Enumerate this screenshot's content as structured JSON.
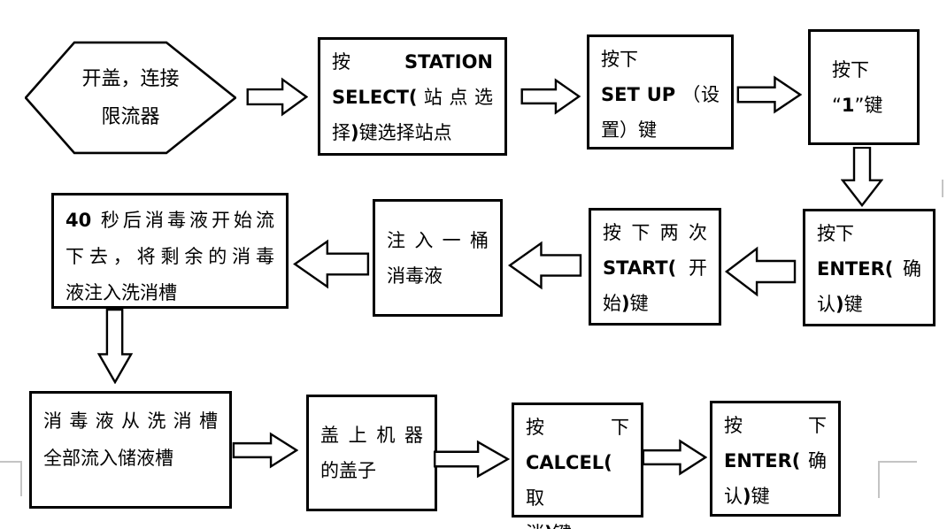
{
  "flow": {
    "nodes": [
      {
        "id": "open-lid",
        "shape": "hexagon",
        "lines": [
          "开盖，连接",
          "限流器"
        ],
        "justify": [
          false,
          false
        ]
      },
      {
        "id": "station-select",
        "shape": "rect",
        "lines": [
          "按 STATION",
          "SELECT( 站 点 选",
          "择)键选择站点"
        ],
        "justify": [
          true,
          true,
          false
        ]
      },
      {
        "id": "set-up",
        "shape": "rect",
        "lines": [
          "按下",
          "SET UP （设",
          "置）键"
        ],
        "justify": [
          false,
          true,
          false
        ]
      },
      {
        "id": "press-1",
        "shape": "rect",
        "lines": [
          "按下",
          "“1”键"
        ],
        "justify": [
          false,
          false
        ]
      },
      {
        "id": "enter-confirm-first",
        "shape": "rect",
        "lines": [
          "按下",
          "ENTER( 确",
          "认)键"
        ],
        "justify": [
          false,
          true,
          false
        ]
      },
      {
        "id": "start-twice",
        "shape": "rect",
        "lines": [
          "按下两次",
          "START( 开",
          "始)键"
        ],
        "justify": [
          true,
          true,
          false
        ]
      },
      {
        "id": "pour-one-bucket",
        "shape": "rect",
        "lines": [
          "注入一桶",
          "消毒液"
        ],
        "justify": [
          true,
          false
        ]
      },
      {
        "id": "after-40-seconds",
        "shape": "rect",
        "lines": [
          "40 秒后消毒液开始流",
          "下去，将剩余的消毒",
          "液注入洗消槽"
        ],
        "justify": [
          true,
          true,
          false
        ]
      },
      {
        "id": "flow-into-storage",
        "shape": "rect",
        "lines": [
          "消毒液从洗消槽",
          "全部流入储液槽"
        ],
        "justify": [
          true,
          false
        ]
      },
      {
        "id": "close-machine-cover",
        "shape": "rect",
        "lines": [
          "盖上机器",
          "的盖子"
        ],
        "justify": [
          true,
          false
        ]
      },
      {
        "id": "cancel-key",
        "shape": "rect",
        "lines": [
          "按 下",
          "CALCEL( 取",
          "消)键"
        ],
        "justify": [
          true,
          true,
          false
        ]
      },
      {
        "id": "enter-confirm-final",
        "shape": "rect",
        "lines": [
          "按 下",
          "ENTER( 确",
          "认)键"
        ],
        "justify": [
          true,
          true,
          false
        ]
      }
    ],
    "arrows": [
      {
        "dir": "right"
      },
      {
        "dir": "right"
      },
      {
        "dir": "right"
      },
      {
        "dir": "down"
      },
      {
        "dir": "left"
      },
      {
        "dir": "left"
      },
      {
        "dir": "left"
      },
      {
        "dir": "down"
      },
      {
        "dir": "right"
      },
      {
        "dir": "right"
      },
      {
        "dir": "right"
      }
    ],
    "colors": {
      "stroke": "#000000",
      "fill": "#ffffff",
      "corner_mark": "#c4c4c4"
    }
  }
}
